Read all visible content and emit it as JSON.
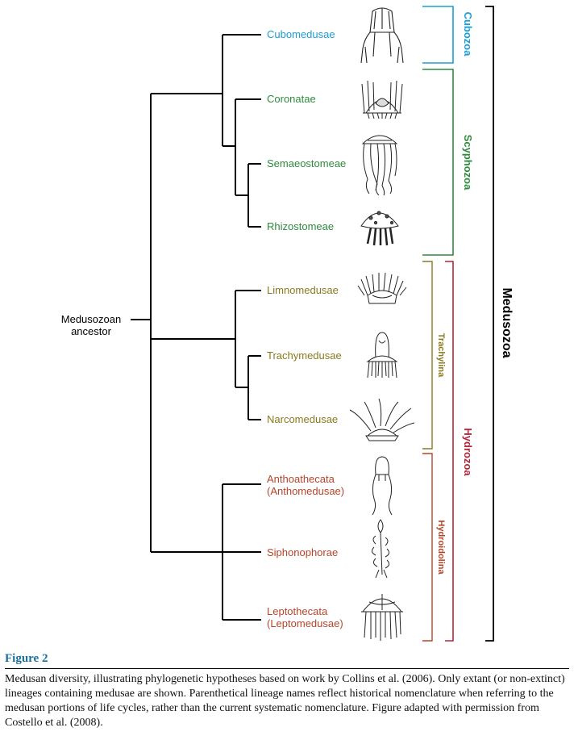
{
  "ancestor": {
    "line1": "Medusozoan",
    "line2": "ancestor"
  },
  "taxa": {
    "cubomedusae": "Cubomedusae",
    "coronatae": "Coronatae",
    "semaeostomeae": "Semaeostomeae",
    "rhizostomeae": "Rhizostomeae",
    "limnomedusae": "Limnomedusae",
    "trachymedusae": "Trachymedusae",
    "narcomedusae": "Narcomedusae",
    "anthoathecata": {
      "line1": "Anthoathecata",
      "line2": "(Anthomedusae)"
    },
    "siphonophorae": "Siphonophorae",
    "leptothecata": {
      "line1": "Leptothecata",
      "line2": "(Leptomedusae)"
    }
  },
  "clades": {
    "cubozoa": "Cubozoa",
    "scyphozoa": "Scyphozoa",
    "trachylina": "Trachylina",
    "hydroidolina": "Hydroidolina",
    "hydrozoa": "Hydrozoa",
    "medusozoa": "Medusozoa"
  },
  "colors": {
    "cubozoa": "#1a9ed4",
    "scyphozoa": "#2e8b3e",
    "trachylina": "#8a7a1e",
    "hydroidolina": "#b5452a",
    "hydrozoa": "#b3263a",
    "tree": "#000000"
  },
  "caption": {
    "title": "Figure 2",
    "text": "Medusan diversity, illustrating phylogenetic hypotheses based on work by Collins et al. (2006). Only extant (or non-extinct) lineages containing medusae are shown. Parenthetical lineage names reflect historical nomenclature when referring to the medusan portions of life cycles, rather than the current systematic nomenclature. Figure adapted with permission from Costello et al. (2008)."
  },
  "icons": [
    "cubomedusa-icon",
    "coronate-icon",
    "semaeostome-icon",
    "rhizostome-icon",
    "limnomedusa-icon",
    "trachymedusa-icon",
    "narcomedusa-icon",
    "anthomedusa-icon",
    "siphonophore-icon",
    "leptomedusa-icon"
  ]
}
